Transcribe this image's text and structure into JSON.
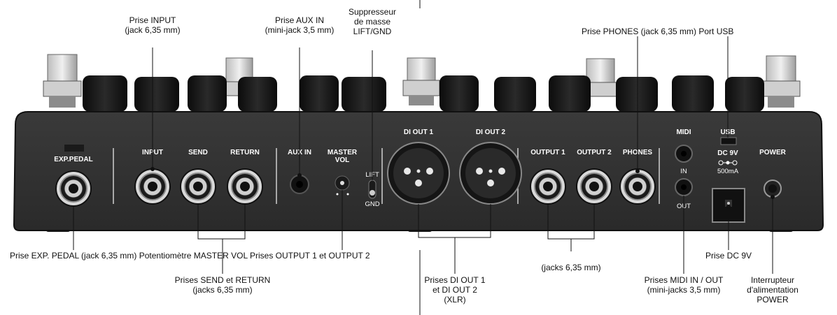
{
  "panel": {
    "labels": {
      "exp_pedal": "EXP.PEDAL",
      "input": "INPUT",
      "send": "SEND",
      "return": "RETURN",
      "aux_in": "AUX IN",
      "master_vol_1": "MASTER",
      "master_vol_2": "VOL",
      "lift": "LIFT",
      "gnd": "GND",
      "di_out_1": "DI OUT 1",
      "di_out_2": "DI OUT 2",
      "output_1": "OUTPUT 1",
      "output_2": "OUTPUT 2",
      "phones": "PHONES",
      "midi": "MIDI",
      "midi_in": "IN",
      "midi_out": "OUT",
      "usb": "USB",
      "dc_9v": "DC 9V",
      "dc_ma": "500mA",
      "power": "POWER"
    }
  },
  "callouts": {
    "input": [
      "Prise INPUT",
      "(jack 6,35 mm)"
    ],
    "aux_in": [
      "Prise AUX IN",
      "(mini-jack 3,5 mm)"
    ],
    "ground": [
      "Suppresseur",
      "de masse",
      "LIFT/GND"
    ],
    "phones_usb": [
      "Prise PHONES (jack 6,35 mm) Port USB"
    ],
    "bottom_row": [
      "Prise EXP. PEDAL (jack 6,35 mm) Potentiomètre MASTER VOL Prises OUTPUT 1 et OUTPUT 2"
    ],
    "outputs_jacks": [
      "(jacks 6,35 mm)"
    ],
    "dc": [
      "Prise DC 9V"
    ],
    "send_return": [
      "Prises SEND et RETURN",
      "(jacks 6,35 mm)"
    ],
    "di_out": [
      "Prises DI OUT 1",
      "et DI OUT 2",
      "(XLR)"
    ],
    "midi": [
      "Prises MIDI IN / OUT",
      "(mini-jacks 3,5 mm)"
    ],
    "power": [
      "Interrupteur",
      "d'alimentation",
      "POWER"
    ]
  }
}
